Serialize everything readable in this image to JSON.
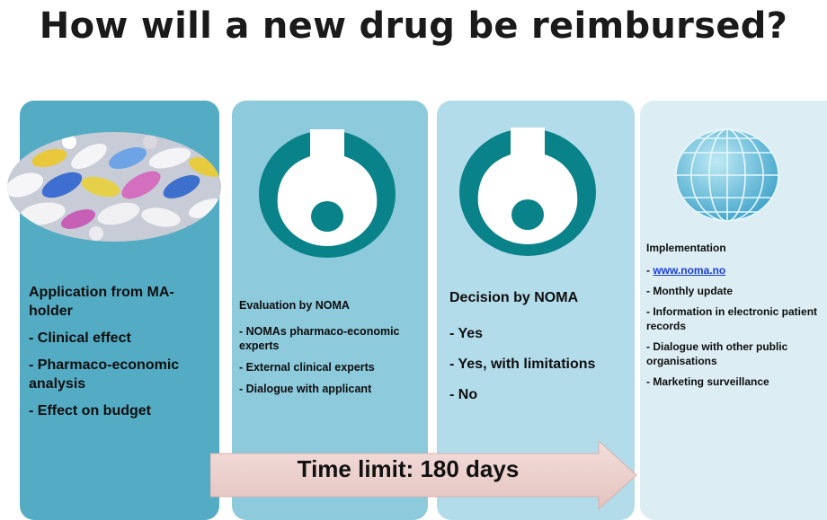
{
  "title": "How will a new drug be reimbursed?",
  "colors": {
    "panel1": "#54acc4",
    "panel2": "#8ccadc",
    "panel3": "#b3dceb",
    "panel4": "#dcedf4",
    "logo_teal": "#0a8289",
    "arrow_fill": "#ead0cd",
    "link": "#1a3fd6"
  },
  "panels": [
    {
      "icon": "pills-image",
      "heading": "Application from MA-holder",
      "items": [
        "- Clinical effect",
        "- Pharmaco-economic analysis",
        "- Effect on budget"
      ]
    },
    {
      "icon": "noma-logo-icon",
      "heading": "Evaluation  by NOMA",
      "items": [
        "- NOMAs pharmaco-economic experts",
        "- External clinical experts",
        "- Dialogue with applicant"
      ]
    },
    {
      "icon": "noma-logo-icon",
      "heading": "Decision by NOMA",
      "items": [
        "- Yes",
        "- Yes, with limitations",
        "- No"
      ]
    },
    {
      "icon": "globe-icon",
      "heading": "Implementation",
      "link_prefix": "- ",
      "link": "www.noma.no",
      "items": [
        "- Monthly update",
        "- Information in electronic patient records",
        "- Dialogue with other public organisations",
        "- Marketing surveillance"
      ]
    }
  ],
  "arrow": {
    "label": "Time limit:  180 days"
  }
}
